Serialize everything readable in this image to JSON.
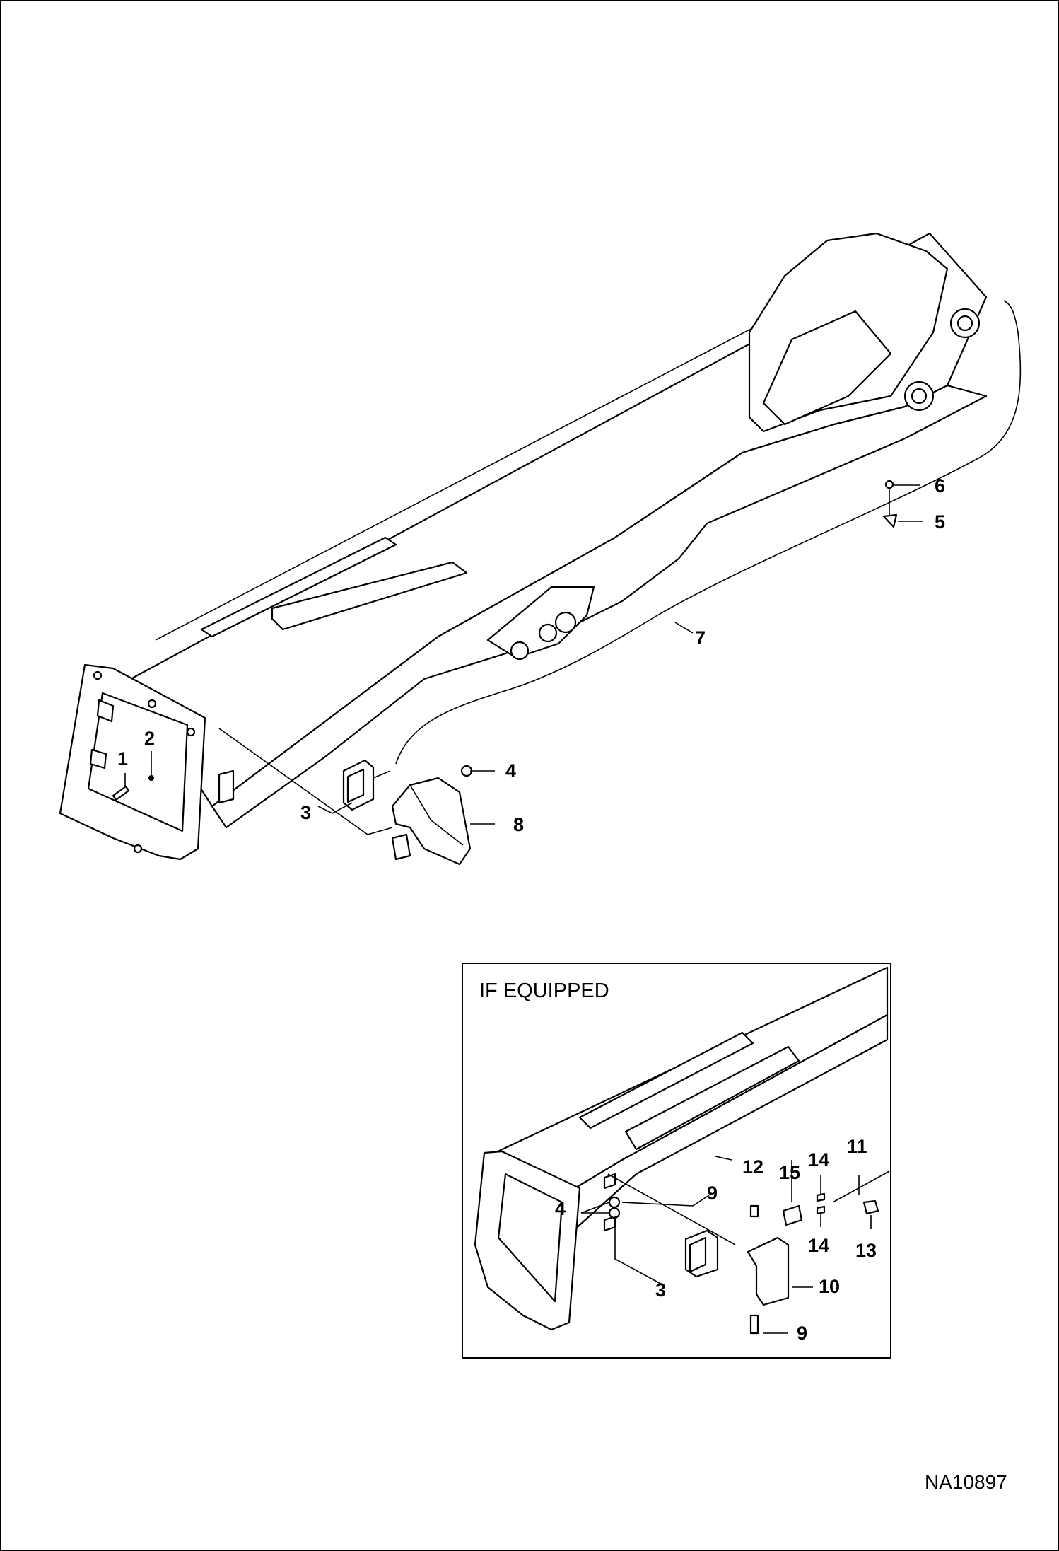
{
  "main_view": {
    "callouts": [
      "1",
      "2",
      "3",
      "4",
      "5",
      "6",
      "7",
      "8"
    ]
  },
  "inset": {
    "title": "IF EQUIPPED",
    "callouts": [
      "3",
      "4",
      "9",
      "9",
      "10",
      "11",
      "12",
      "13",
      "14",
      "14",
      "15"
    ]
  },
  "figure_id": "NA10897"
}
